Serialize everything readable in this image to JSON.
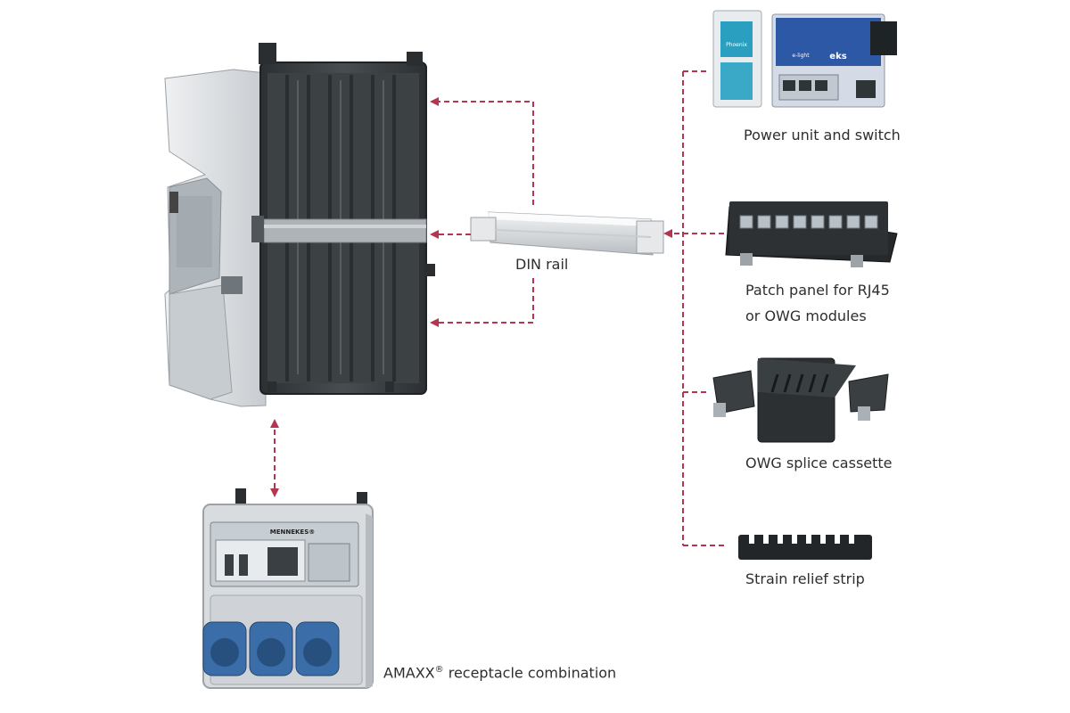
{
  "labels": {
    "din_rail": "DIN rail",
    "power_switch": "Power unit and switch",
    "patch_panel_line1": "Patch panel for RJ45",
    "patch_panel_line2": "or OWG modules",
    "splice_cassette": "OWG splice cassette",
    "strain_relief": "Strain relief strip",
    "amaxx_prefix": "AMAXX",
    "amaxx_reg": "®",
    "amaxx_suffix": " receptacle combination"
  },
  "product_text": {
    "switch_brand": "e-light",
    "switch_vendor": "eks",
    "psu_brand": "Phoenix",
    "amaxx_brand": "MENNEKES®"
  },
  "colors": {
    "connector_dash": "#b5344f",
    "label_text": "#2e2e2e",
    "enclosure_dark": "#3b3f42",
    "enclosure_light": "#d9dcdf",
    "socket_blue": "#3b6ea8",
    "psu_teal": "#2a9fbf"
  },
  "icons": {
    "arrow": "arrowhead-icon"
  }
}
